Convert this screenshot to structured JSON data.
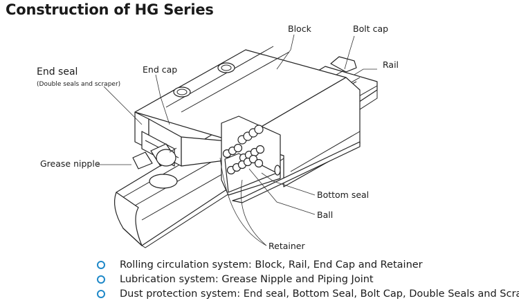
{
  "title": "Construction of HG Series",
  "labels": {
    "block": "Block",
    "bolt_cap": "Bolt cap",
    "rail": "Rail",
    "end_seal": "End seal",
    "end_seal_note": "(Double seals and scraper)",
    "end_cap": "End cap",
    "grease_nipple": "Grease nipple",
    "bottom_seal": "Bottom seal",
    "ball": "Ball",
    "retainer": "Retainer"
  },
  "systems": [
    {
      "text": "Rolling circulation system: Block, Rail, End Cap and Retainer"
    },
    {
      "text": "Lubrication system: Grease Nipple and Piping Joint"
    },
    {
      "text": "Dust protection system: End seal, Bottom Seal, Bolt Cap, Double Seals and Scraper"
    }
  ],
  "colors": {
    "bullet_ring": "#1e88c8",
    "line": "#222222"
  }
}
